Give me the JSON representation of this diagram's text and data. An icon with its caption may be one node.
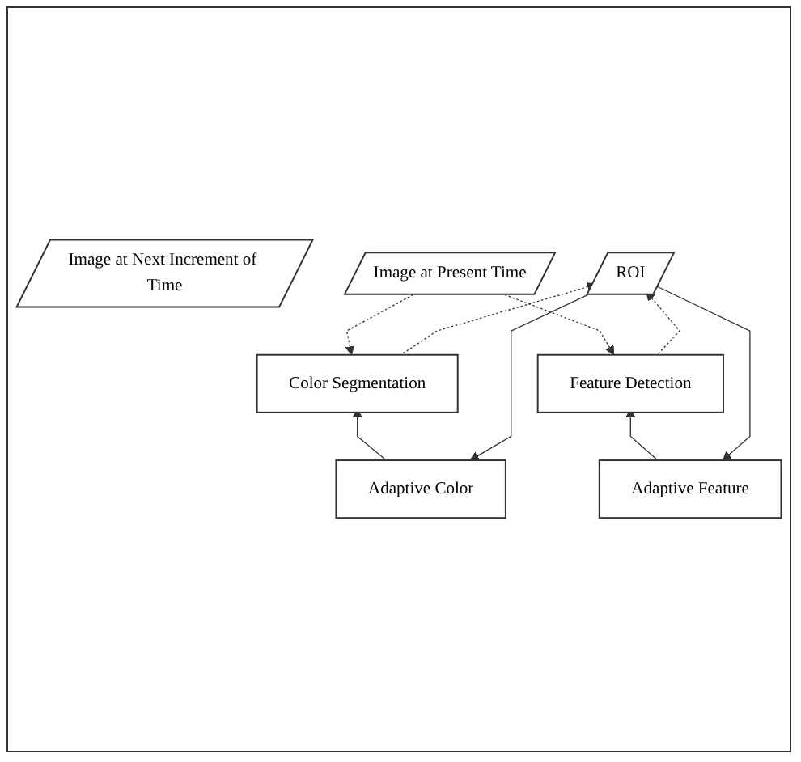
{
  "diagram": {
    "nodes": [
      {
        "text": [
          "Image at Next Increment of Time"
        ]
      },
      {
        "text": [
          "Image at Present Time"
        ]
      },
      {
        "text": [
          "ROI"
        ]
      },
      {
        "text": [
          "Color Segmentation"
        ]
      },
      {
        "text": [
          "Feature Detection"
        ]
      },
      {
        "text": [
          "Adaptive Color"
        ]
      },
      {
        "text": [
          "Adaptive Feature"
        ]
      }
    ],
    "edges": [
      {
        "from": 1,
        "to": 3,
        "arrow": "to",
        "style": "dashed"
      },
      {
        "from": 3,
        "to": 2,
        "arrow": "to",
        "style": "dashed"
      },
      {
        "from": 1,
        "to": 4,
        "arrow": "to",
        "style": "dashed"
      },
      {
        "from": 4,
        "to": 2,
        "arrow": "to",
        "style": "dashed"
      },
      {
        "from": 5,
        "to": 3,
        "arrow": "to"
      },
      {
        "from": 6,
        "to": 4,
        "arrow": "to"
      },
      {
        "from": 2,
        "to": 5,
        "arrow": "to"
      },
      {
        "from": 2,
        "to": 6,
        "arrow": "to"
      }
    ]
  }
}
